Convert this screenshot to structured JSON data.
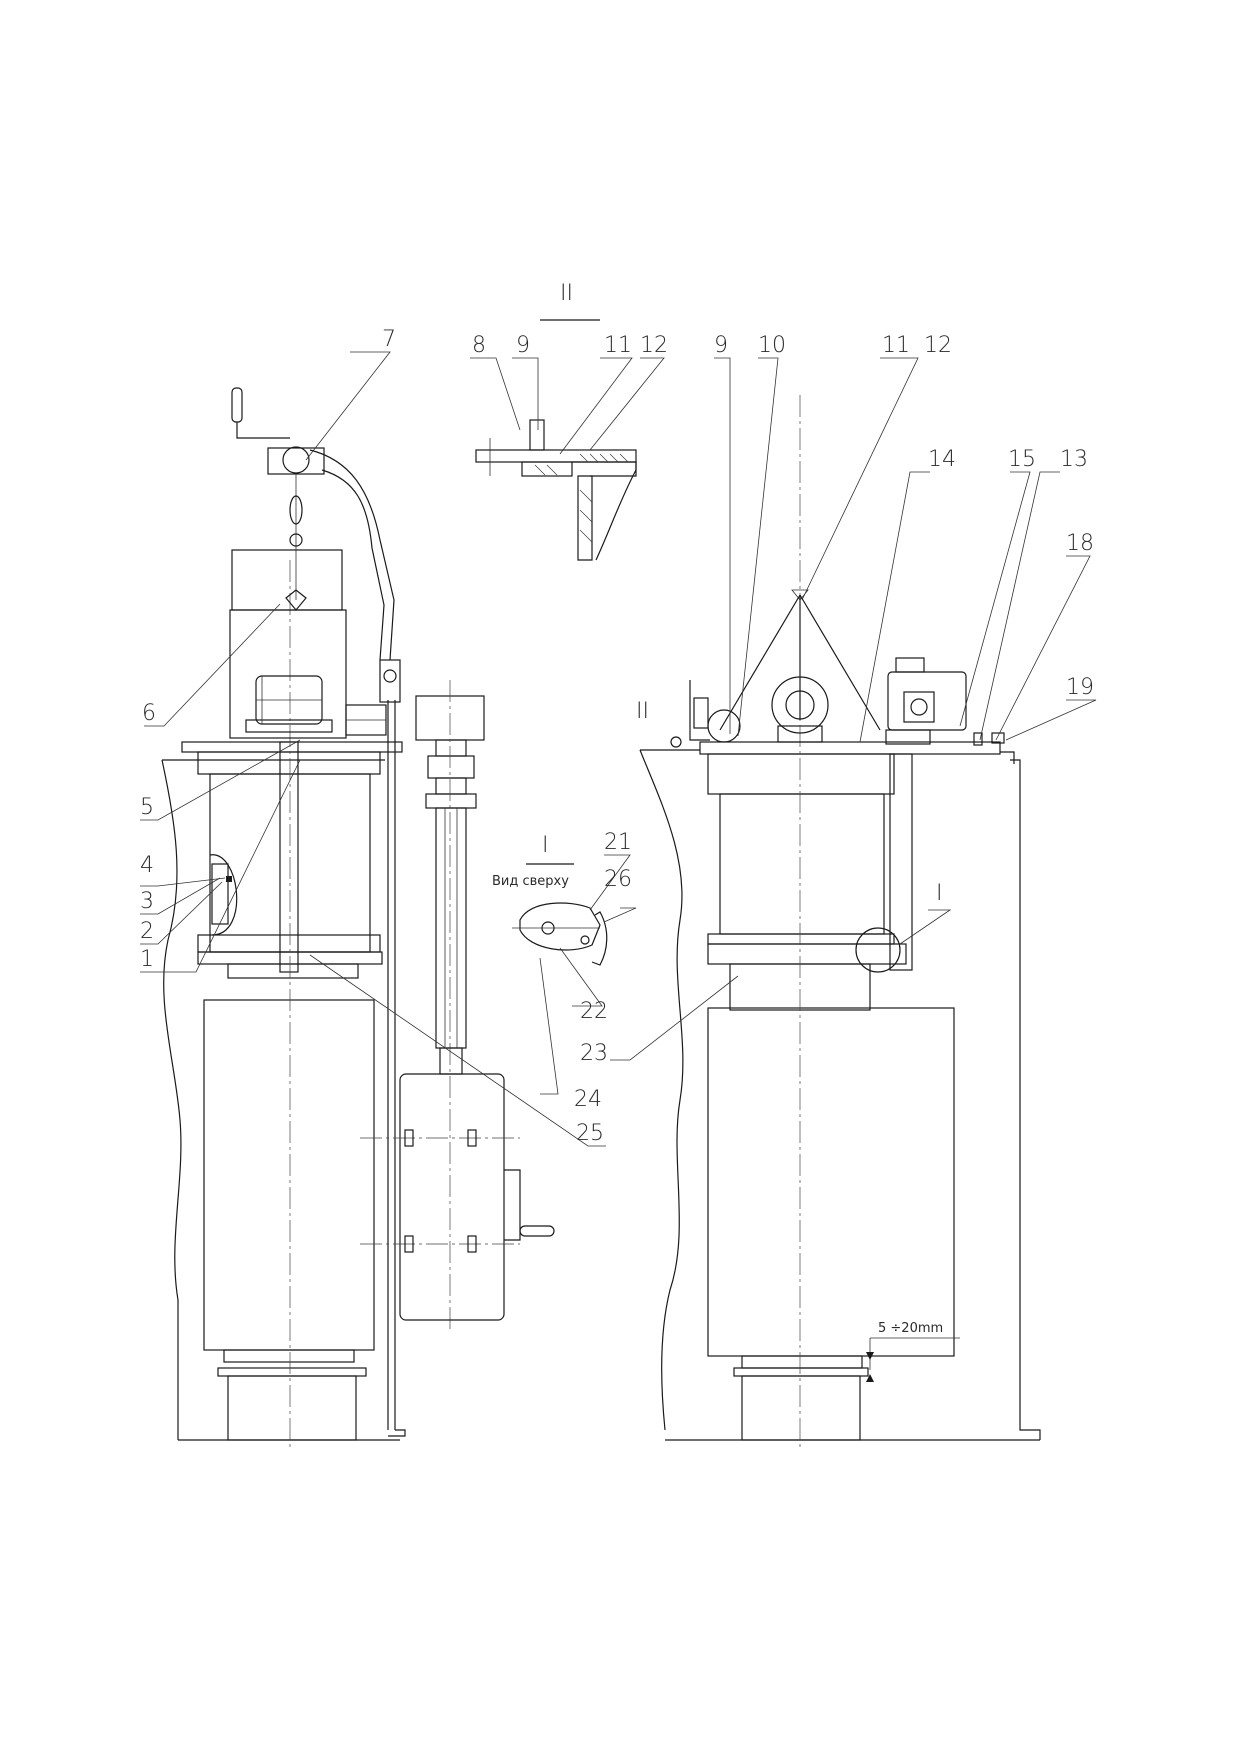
{
  "views": {
    "detail_II": {
      "title": "II"
    },
    "detail_I": {
      "title": "I",
      "subtitle": "Вид сверху"
    },
    "side_marker_II": "II",
    "side_marker_I": "I"
  },
  "callouts": {
    "left": [
      "1",
      "2",
      "3",
      "4",
      "5",
      "6",
      "7"
    ],
    "detail_II": [
      "8",
      "9",
      "11",
      "12"
    ],
    "detail_I": [
      "21",
      "26",
      "22",
      "24"
    ],
    "center": [
      "23",
      "25"
    ],
    "right": [
      "9",
      "10",
      "11",
      "12",
      "14",
      "15",
      "13",
      "18",
      "19"
    ]
  },
  "dimension": {
    "text": "5 ÷20mm"
  },
  "colors": {
    "line": "#1a1a1a",
    "background": "#ffffff"
  }
}
